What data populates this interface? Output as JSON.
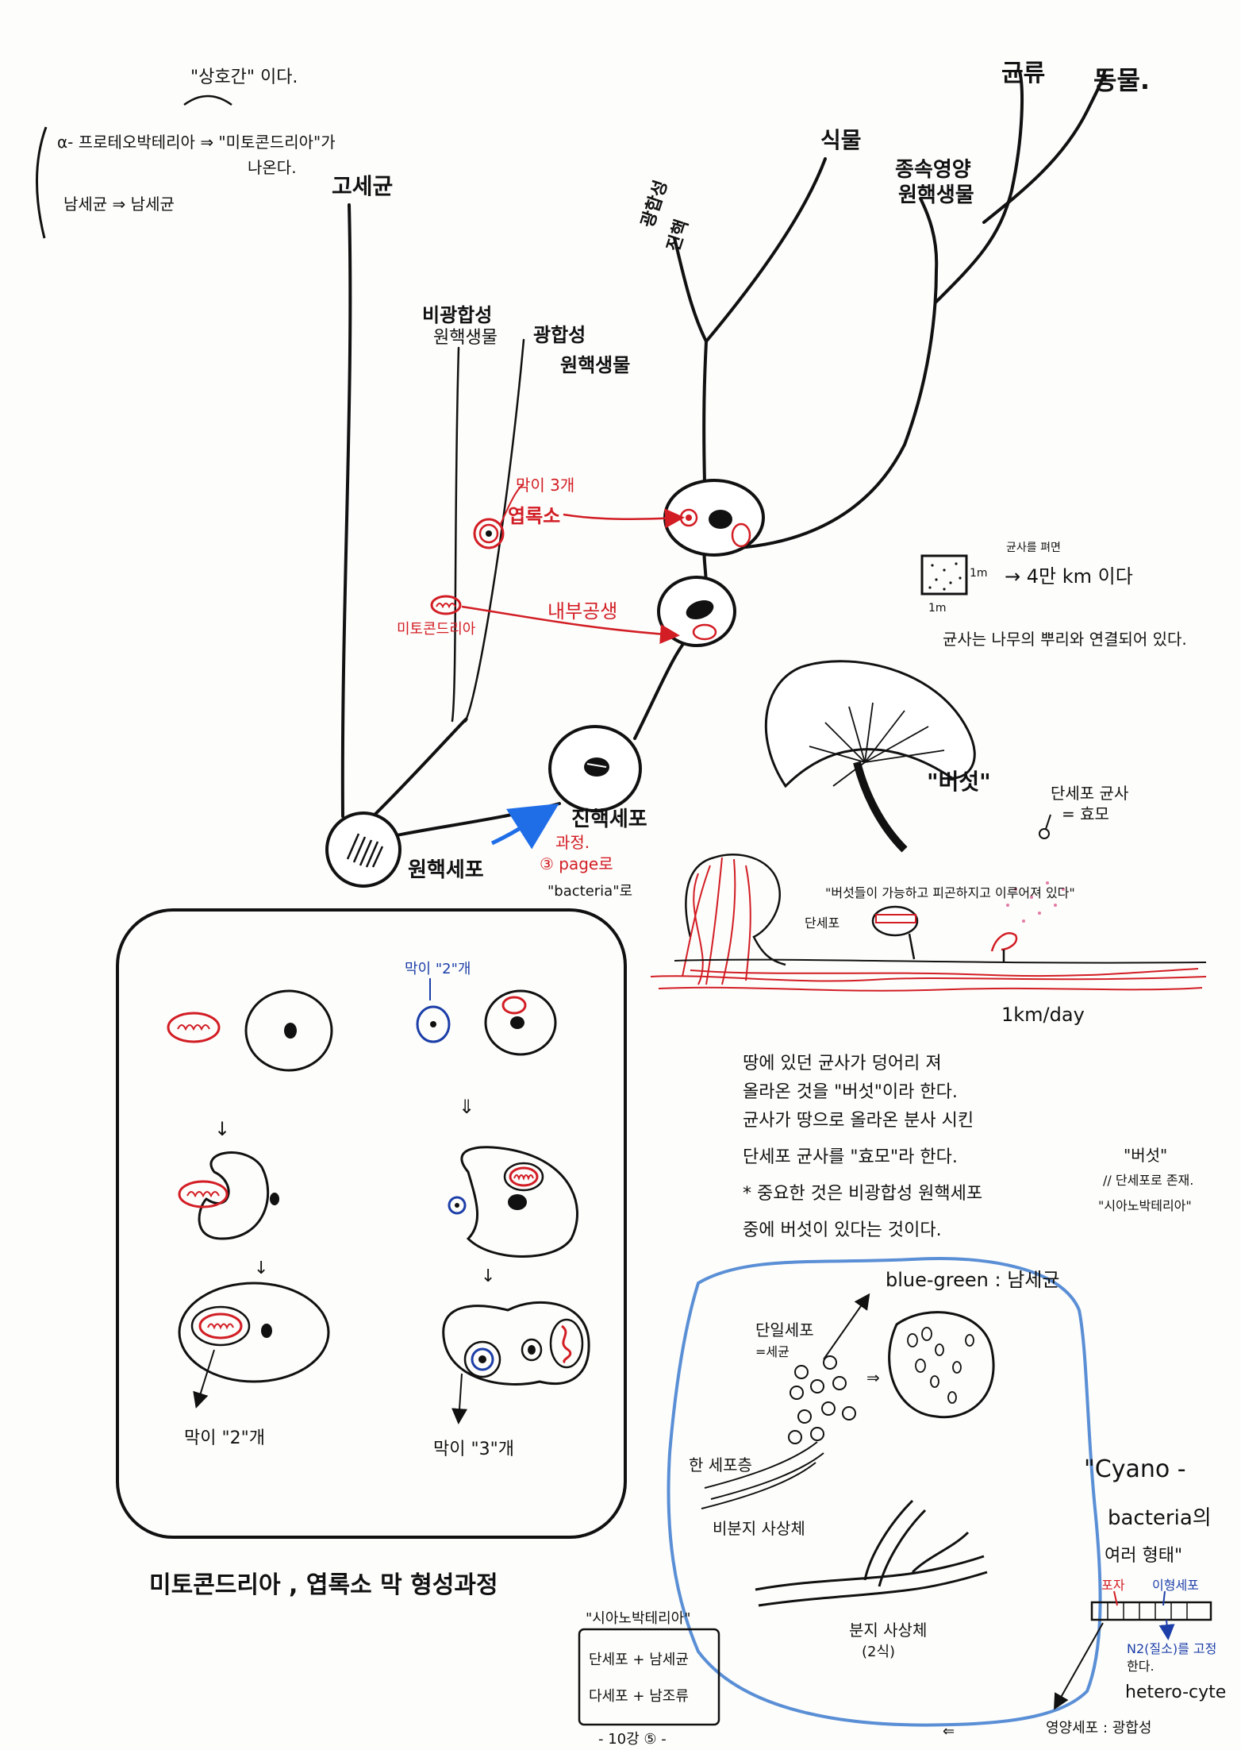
{
  "colors": {
    "ink": "#111111",
    "red": "#d21d24",
    "blue": "#1c3ea8",
    "lightblue": "#5a8fd6",
    "pink": "#e57aa6",
    "brightblue": "#1f6ee8"
  },
  "top_notes": {
    "symbiosis_note": "\"상호간\" 이다.",
    "alpha_proteo": "α- 프로테오박테리아 ⇒ \"미토콘드리아\"가",
    "alpha_proteo_2": "나온다.",
    "cyano": "남세균 ⇒ 남세균"
  },
  "tree_labels": {
    "archaea": "고세균",
    "nonphoto": "비광합성",
    "nonphoto_2": "원핵생물",
    "photo": "광합성",
    "photo_2": "원핵생물",
    "photo_euk": "광합성",
    "photo_euk_2": "진핵",
    "plants": "식물",
    "hetero": "종속영양",
    "hetero_2": "원핵생물",
    "fungi": "균류",
    "animals": "동물.",
    "prokaryote": "원핵세포",
    "eukaryote": "진핵세포"
  },
  "annotations": {
    "membrane3": "막이 3개",
    "chloroplast": "엽록소",
    "endosymbiosis": "내부공생",
    "mito": "미토콘드리아",
    "process": "과정.",
    "page": "③ page로",
    "bacteria": "\"bacteria\"로"
  },
  "fungi_notes": {
    "area": "1m",
    "area_side": "1m",
    "length_label": "균사를 펴면",
    "length_value": "→ 4만  km 이다",
    "connected": "균사는 나무의 뿌리와 연결되어 있다.",
    "mushroom": "\"버섯\"",
    "yeast": "단세포 균사",
    "yeast_2": "= 효모",
    "spore": "\"버섯들이 가능하고 피곤하지고 이루어져 있다\"",
    "unicell": "단세포",
    "rate": "1km/day"
  },
  "box": {
    "membrane2_top": "막이 \"2\"개",
    "membrane2": "막이 \"2\"개",
    "membrane3": "막이 \"3\"개",
    "caption": "미토콘드리아 , 엽록소  막 형성과정",
    "arrow_down": "↓",
    "arrow_double": "⇓"
  },
  "middle_text": [
    "땅에 있던 균사가 덩어리 져",
    "올라온 것을 \"버섯\"이라 한다.",
    "균사가 땅으로 올라온 분사 시킨",
    "단세포 균사를 \"효모\"라 한다.",
    "* 중요한 것은 비광합성 원핵세포",
    "중에 버섯이 있다는 것이다."
  ],
  "side_note": {
    "l1": "\"버섯\"",
    "l2": "// 단세포로 존재.",
    "l3": "\"시아노박테리아\""
  },
  "blue_region": {
    "bluegreen": "blue-green : 남세균",
    "unicell": "단일세포",
    "unicell_2": "=세균",
    "layer": "한 세포층",
    "unbranched": "비분지 사상체",
    "branched": "분지 사상체",
    "branched_2": "(2식)"
  },
  "cyano_right": {
    "l1": "\"Cyano -",
    "l2": "bacteria의",
    "l3": "여러 형태\"",
    "spore": "포자",
    "heterocyst": "이형세포",
    "n2": "N2(질소)를 고정",
    "n2_2": "한다.",
    "hetero": "hetero-cyte",
    "nutrient": "영양세포 : 광합성"
  },
  "bottom_box": {
    "title": "\"시아노박테리아\"",
    "l1": "단세포 + 남세균",
    "l2": "다세포 + 남조류"
  },
  "page_num": "- 10강 ⑤ -"
}
